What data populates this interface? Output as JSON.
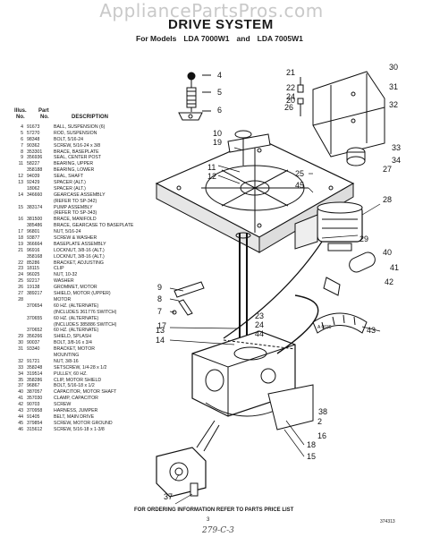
{
  "watermark": "AppliancePartsPros.com",
  "title": "DRIVE SYSTEM",
  "subtitle": {
    "prefix": "For Models",
    "model_a": "LDA 7000W1",
    "joiner": "and",
    "model_b": "LDA 7005W1"
  },
  "table_header": {
    "illus": "Illus.",
    "no1": "No.",
    "part": "Part",
    "no2": "No.",
    "description": "DESCRIPTION"
  },
  "parts": [
    {
      "n": "4",
      "p": "91673",
      "d": "BALL, SUSPENSION (6)"
    },
    {
      "n": "5",
      "p": "57270",
      "d": "ROD, SUSPENSION"
    },
    {
      "n": "6",
      "p": "98348",
      "d": "BOLT, 5/16-24"
    },
    {
      "n": "7",
      "p": "90362",
      "d": "SCREW, 5/16-24 x 3/8"
    },
    {
      "n": "8",
      "p": "353301",
      "d": "BRACE, BASEPLATE"
    },
    {
      "n": "9",
      "p": "356936",
      "d": "SEAL, CENTER POST"
    },
    {
      "n": "11",
      "p": "58227",
      "d": "BEARING, UPPER"
    },
    {
      "n": "",
      "p": "358188",
      "d": "BEARING, LOWER"
    },
    {
      "n": "12",
      "p": "94039",
      "d": "SEAL, SHAFT"
    },
    {
      "n": "13",
      "p": "92429",
      "d": "SPACER (ALT.)"
    },
    {
      "n": "",
      "p": "18062",
      "d": "SPACER (ALT.)"
    },
    {
      "n": "14",
      "p": "346660",
      "d": "GEARCASE ASSEMBLY"
    },
    {
      "n": "",
      "p": "",
      "d": "(REFER TO SP-342)"
    },
    {
      "n": "15",
      "p": "383174",
      "d": "PUMP ASSEMBLY"
    },
    {
      "n": "",
      "p": "",
      "d": "(REFER TO SP-343)"
    },
    {
      "n": "16",
      "p": "381500",
      "d": "BRACE, MANIFOLD"
    },
    {
      "n": "",
      "p": "385486",
      "d": "BRACE, GEARCASE TO BASEPLATE"
    },
    {
      "n": "17",
      "p": "96801",
      "d": "NUT, 5/16-24"
    },
    {
      "n": "18",
      "p": "93877",
      "d": "SCREW & WASHER"
    },
    {
      "n": "19",
      "p": "366664",
      "d": "BASEPLATE ASSEMBLY"
    },
    {
      "n": "21",
      "p": "96916",
      "d": "LOCKNUT, 3/8-16 (ALT.)"
    },
    {
      "n": "",
      "p": "358168",
      "d": "LOCKNUT, 3/8-16 (ALT.)"
    },
    {
      "n": "22",
      "p": "85286",
      "d": "BRACKET, ADJUSTING"
    },
    {
      "n": "23",
      "p": "18115",
      "d": "CLIP"
    },
    {
      "n": "24",
      "p": "96025",
      "d": "NUT, 10-32"
    },
    {
      "n": "25",
      "p": "92217",
      "d": "WASHER"
    },
    {
      "n": "26",
      "p": "19138",
      "d": "GROMMET, MOTOR"
    },
    {
      "n": "27",
      "p": "389217",
      "d": "SHIELD, MOTOR (UPPER)"
    },
    {
      "n": "28",
      "p": "",
      "d": "MOTOR"
    },
    {
      "n": "",
      "p": "370654",
      "d": "60 HZ. (ALTERNATE)"
    },
    {
      "n": "",
      "p": "",
      "d": "(INCLUDES 361776 SWITCH)"
    },
    {
      "n": "",
      "p": "370655",
      "d": "60 HZ. (ALTERNATE)"
    },
    {
      "n": "",
      "p": "",
      "d": "(INCLUDES 385886 SWITCH)"
    },
    {
      "n": "",
      "p": "370652",
      "d": "60 HZ. (ALTERNATE)"
    },
    {
      "n": "29",
      "p": "356266",
      "d": "SHIELD, SPLASH"
    },
    {
      "n": "30",
      "p": "90037",
      "d": "BOLT, 3/8-16 x 3/4"
    },
    {
      "n": "31",
      "p": "93340",
      "d": "BRACKET, MOTOR"
    },
    {
      "n": "",
      "p": "",
      "d": "MOUNTING"
    },
    {
      "n": "32",
      "p": "91721",
      "d": "NUT, 3/8-16"
    },
    {
      "n": "33",
      "p": "358248",
      "d": "SETSCREW, 1/4-28 x 1/2"
    },
    {
      "n": "34",
      "p": "319514",
      "d": "PULLEY, 60 HZ."
    },
    {
      "n": "35",
      "p": "358286",
      "d": "CLIP, MOTOR SHIELD"
    },
    {
      "n": "37",
      "p": "96867",
      "d": "BOLT, 5/16-18 x 1/2"
    },
    {
      "n": "40",
      "p": "387057",
      "d": "CAPACITOR, MOTOR SHAFT"
    },
    {
      "n": "41",
      "p": "357030",
      "d": "CLAMP, CAPACITOR"
    },
    {
      "n": "42",
      "p": "90703",
      "d": "SCREW"
    },
    {
      "n": "43",
      "p": "370958",
      "d": "HARNESS, JUMPER"
    },
    {
      "n": "44",
      "p": "91405",
      "d": "BELT, MAIN DRIVE"
    },
    {
      "n": "45",
      "p": "379854",
      "d": "SCREW, MOTOR GROUND"
    },
    {
      "n": "46",
      "p": "315612",
      "d": "SCREW, 5/16-18 x 1-3/8"
    }
  ],
  "callouts": [
    "4",
    "5",
    "6",
    "10",
    "19",
    "11",
    "12",
    "9",
    "8",
    "7",
    "17",
    "23",
    "24",
    "44",
    "13",
    "14",
    "18",
    "15",
    "37",
    "20",
    "21",
    "22",
    "24",
    "26",
    "30",
    "31",
    "32",
    "25",
    "45",
    "33",
    "34",
    "27",
    "28",
    "29",
    "40",
    "41",
    "42",
    "43",
    "38",
    "2",
    "16"
  ],
  "figure_code": "A 0039",
  "footer": "FOR ORDERING INFORMATION REFER TO PARTS PRICE LIST",
  "page_number": "3",
  "doc_code": "374313",
  "handwritten": "279-C-3"
}
